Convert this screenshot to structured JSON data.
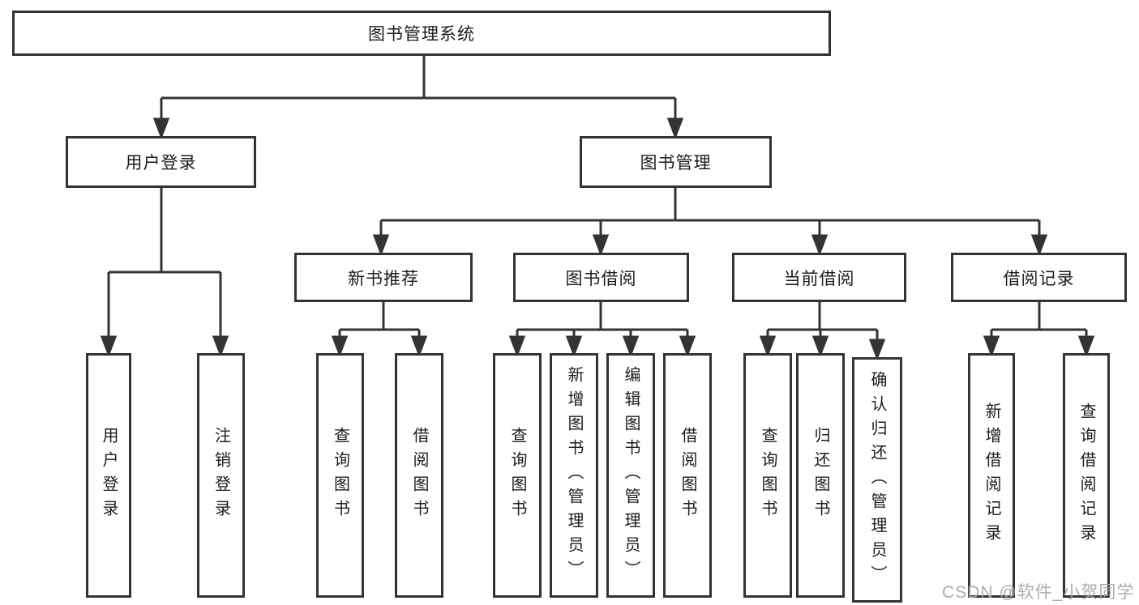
{
  "diagram_type": "function-structure-tree",
  "tree": {
    "label": "图书管理系统",
    "children": [
      {
        "label": "用户登录",
        "children": [
          {
            "label": "用户登录"
          },
          {
            "label": "注销登录"
          }
        ]
      },
      {
        "label": "图书管理",
        "children": [
          {
            "label": "新书推荐",
            "children": [
              {
                "label": "查询图书"
              },
              {
                "label": "借阅图书"
              }
            ]
          },
          {
            "label": "图书借阅",
            "children": [
              {
                "label": "查询图书"
              },
              {
                "label": "新增图书（管理员）"
              },
              {
                "label": "编辑图书（管理员）"
              },
              {
                "label": "借阅图书"
              }
            ]
          },
          {
            "label": "当前借阅",
            "children": [
              {
                "label": "查询图书"
              },
              {
                "label": "归还图书"
              },
              {
                "label": "确认归还（管理员）"
              }
            ]
          },
          {
            "label": "借阅记录",
            "children": [
              {
                "label": "新增借阅记录"
              },
              {
                "label": "查询借阅记录"
              }
            ]
          }
        ]
      }
    ]
  },
  "watermark": {
    "text": "CSDN @软件_小贺同学"
  },
  "colors": {
    "line": "#333336",
    "box_border": "#333336",
    "text": "#1c1c1e",
    "background": "#ffffff",
    "watermark": "#a8a8ad"
  }
}
